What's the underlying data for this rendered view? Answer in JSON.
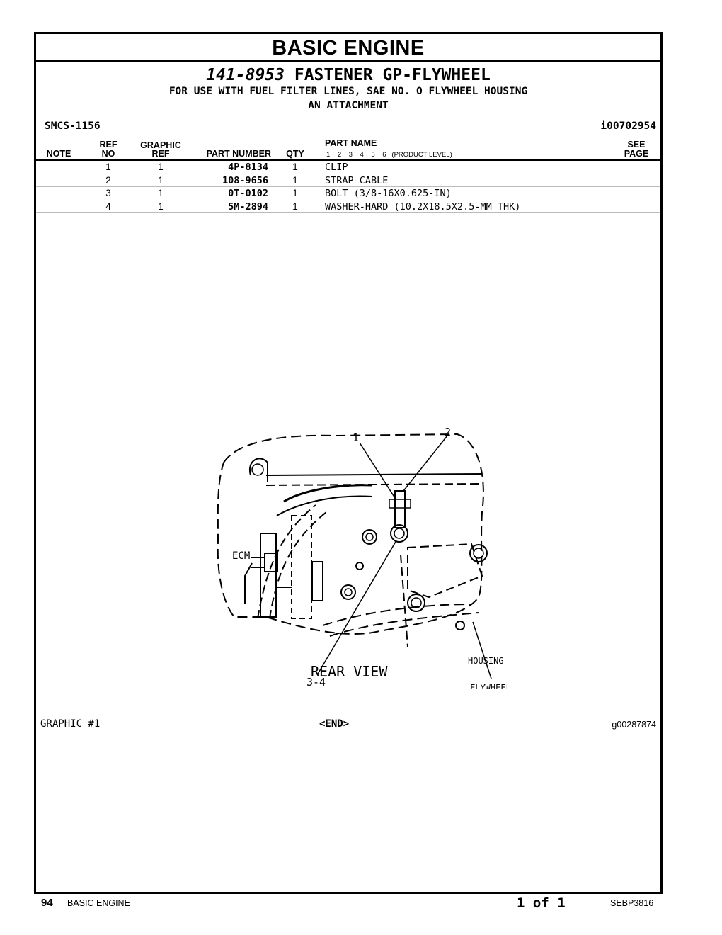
{
  "page": {
    "title": "BASIC ENGINE",
    "group": {
      "part_number": "141-8953",
      "name": "FASTENER GP-FLYWHEEL",
      "subtitle1": "FOR USE WITH FUEL FILTER LINES, SAE NO. O FLYWHEEL HOUSING",
      "subtitle2": "AN ATTACHMENT"
    },
    "smcs": "SMCS-1156",
    "illustration_id": "i00702954"
  },
  "table": {
    "headers": {
      "note": "NOTE",
      "ref_top": "REF",
      "ref_bottom": "NO",
      "graphic_top": "GRAPHIC",
      "graphic_bottom": "REF",
      "part_number": "PART NUMBER",
      "qty": "QTY",
      "part_name": "PART NAME",
      "product_level": "1    2    3    4    5    6   (PRODUCT LEVEL)",
      "see_top": "SEE",
      "see_bottom": "PAGE"
    },
    "rows": [
      {
        "ref": "1",
        "graphic_ref": "1",
        "part_number": "4P-8134",
        "qty": "1",
        "name": "CLIP"
      },
      {
        "ref": "2",
        "graphic_ref": "1",
        "part_number": "108-9656",
        "qty": "1",
        "name": "STRAP-CABLE"
      },
      {
        "ref": "3",
        "graphic_ref": "1",
        "part_number": "0T-0102",
        "qty": "1",
        "name": "BOLT (3/8-16X0.625-IN)"
      },
      {
        "ref": "4",
        "graphic_ref": "1",
        "part_number": "5M-2894",
        "qty": "1",
        "name": "WASHER-HARD (10.2X18.5X2.5-MM THK)"
      }
    ]
  },
  "drawing": {
    "callout_1": "1",
    "callout_2": "2",
    "callout_3_4": "3-4",
    "ecm_label": "ECM",
    "flywheel_label_1": "FLYWHEEL",
    "flywheel_label_2": "HOUSING",
    "view_label": "REAR VIEW"
  },
  "graphic": {
    "label": "GRAPHIC #1",
    "end": "<END>",
    "id": "g00287874"
  },
  "footer": {
    "page_number": "94",
    "section": "BASIC ENGINE",
    "page_of": "1 of 1",
    "doc_code": "SEBP3816"
  }
}
